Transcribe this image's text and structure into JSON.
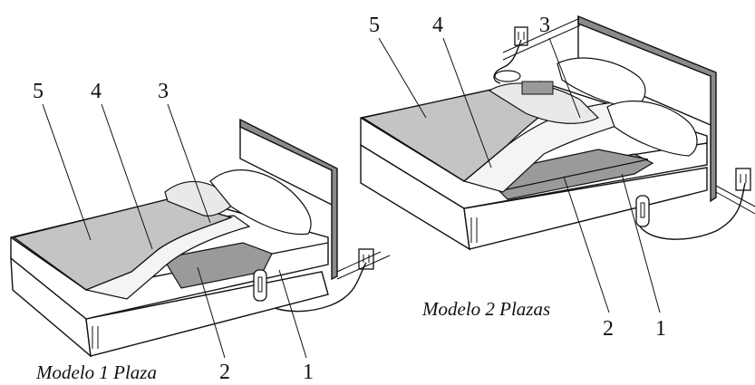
{
  "figures": [
    {
      "caption": "Modelo 1 Plaza",
      "callouts": [
        "5",
        "4",
        "3",
        "2",
        "1"
      ]
    },
    {
      "caption": "Modelo 2 Plazas",
      "callouts": [
        "5",
        "4",
        "3",
        "2",
        "1"
      ]
    }
  ],
  "colors": {
    "outline": "#111111",
    "headboard": "#8a8a8a",
    "blanket": "#c4c4c4",
    "heating_pad": "#9a9a9a",
    "sheet": "#f4f4f4",
    "mattress": "#ffffff"
  }
}
